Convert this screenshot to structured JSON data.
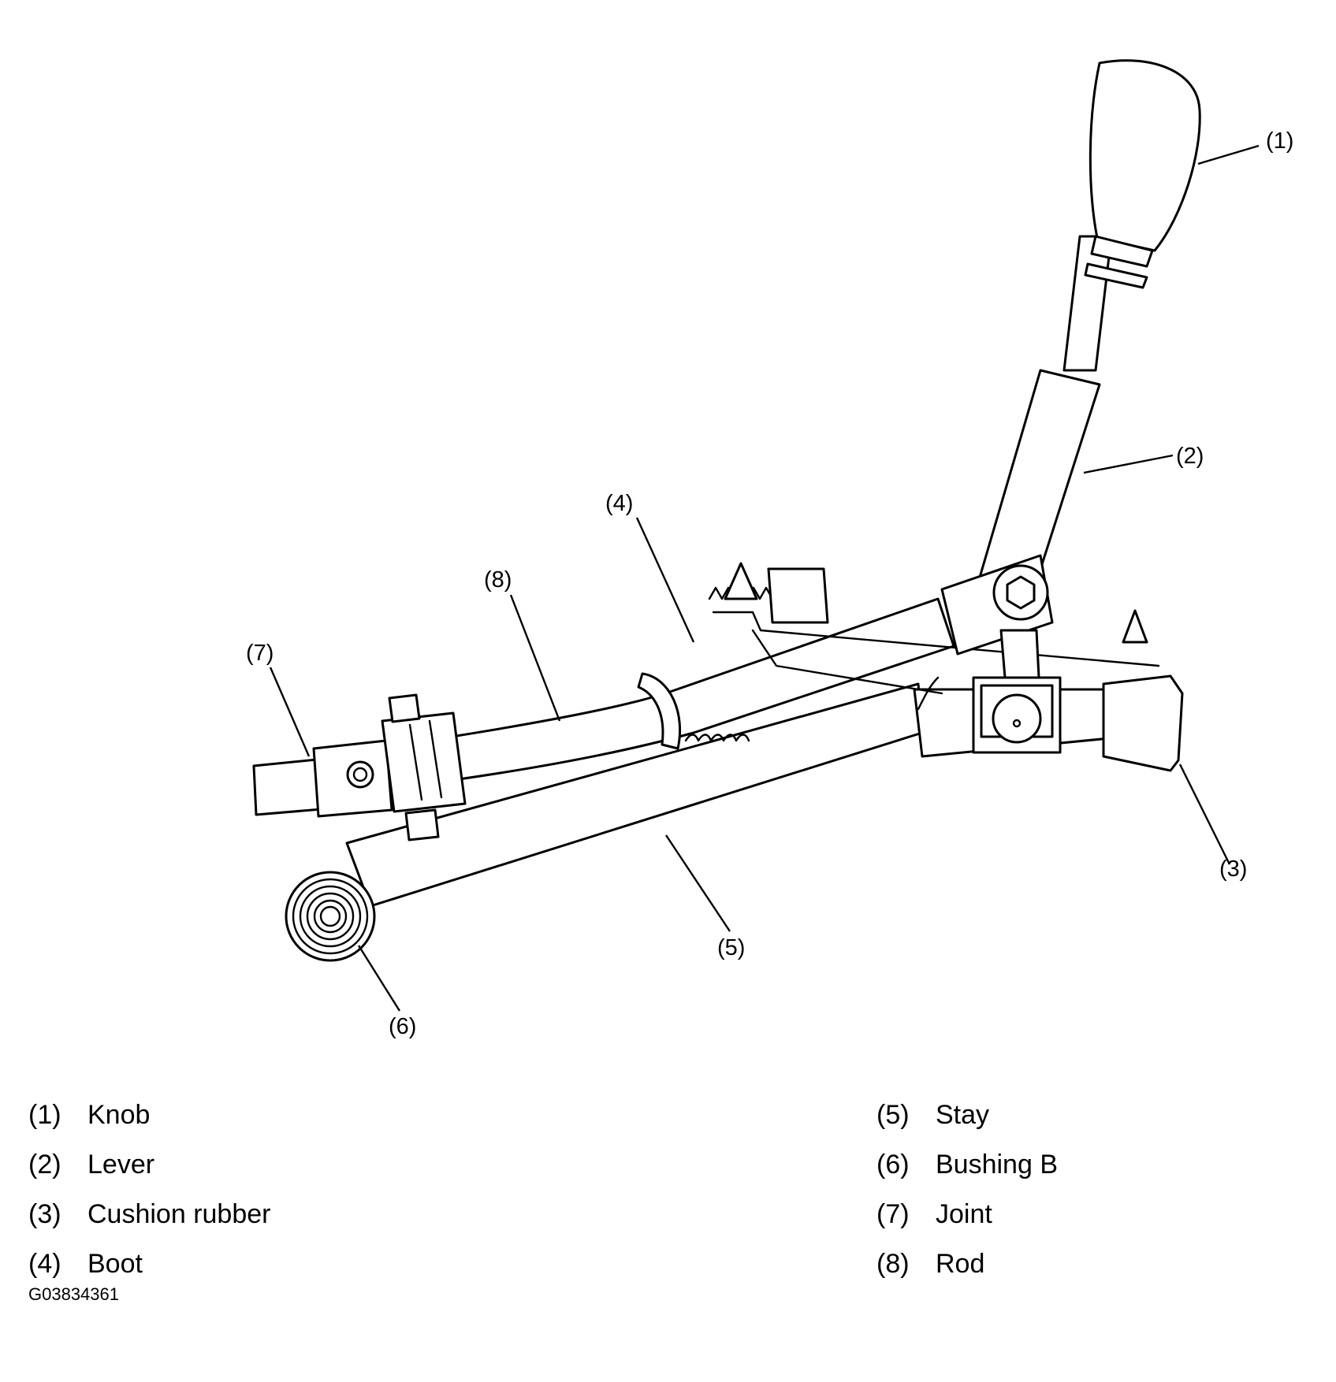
{
  "callouts": {
    "c1": "(1)",
    "c2": "(2)",
    "c3": "(3)",
    "c4": "(4)",
    "c5": "(5)",
    "c6": "(6)",
    "c7": "(7)",
    "c8": "(8)"
  },
  "legend": [
    {
      "num": "(1)",
      "name": "Knob"
    },
    {
      "num": "(2)",
      "name": "Lever"
    },
    {
      "num": "(3)",
      "name": "Cushion rubber"
    },
    {
      "num": "(4)",
      "name": "Boot"
    },
    {
      "num": "(5)",
      "name": "Stay"
    },
    {
      "num": "(6)",
      "name": "Bushing B"
    },
    {
      "num": "(7)",
      "name": "Joint"
    },
    {
      "num": "(8)",
      "name": "Rod"
    }
  ],
  "figure_code": "G03834361"
}
